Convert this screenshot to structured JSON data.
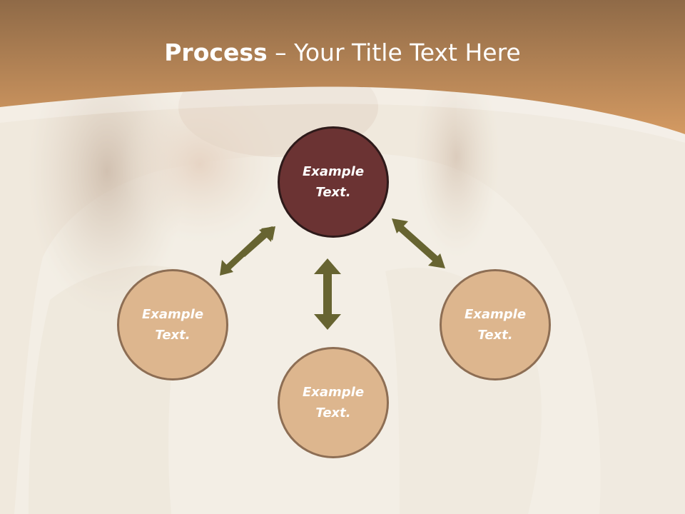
{
  "title": {
    "bold": "Process",
    "rest": " – Your Title Text Here"
  },
  "colors": {
    "header_top": "#8f6a47",
    "header_bottom": "#d49a62",
    "center_fill": "#6b3333",
    "center_border": "#2e1a1a",
    "outer_fill": "#ddb68e",
    "outer_border": "#8d6e54",
    "arrow": "#676431",
    "background": "#efe8dc"
  },
  "nodes": [
    {
      "id": "top",
      "text": "Example\nText."
    },
    {
      "id": "left",
      "text": "Example\nText."
    },
    {
      "id": "bottom",
      "text": "Example\nText."
    },
    {
      "id": "right",
      "text": "Example\nText."
    }
  ],
  "arrows": [
    "top-left",
    "top-bottom",
    "top-right"
  ]
}
